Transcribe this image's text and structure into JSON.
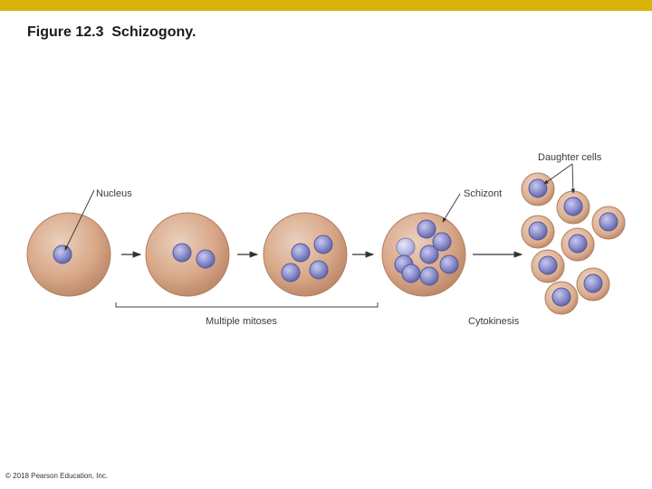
{
  "colors": {
    "top_bar": "#d8b30a",
    "cell_fill": "#d9a98a",
    "cell_edge": "#b07f60",
    "nucleus": "#8d90cc",
    "arrow": "#333333"
  },
  "title": "Figure 12.3  Schizogony.",
  "copyright": "© 2018 Pearson Education, Inc.",
  "labels": {
    "nucleus": "Nucleus",
    "schizont": "Schizont",
    "daughter_cells": "Daughter cells",
    "multiple_mitoses": "Multiple mitoses",
    "cytokinesis": "Cytokinesis"
  }
}
